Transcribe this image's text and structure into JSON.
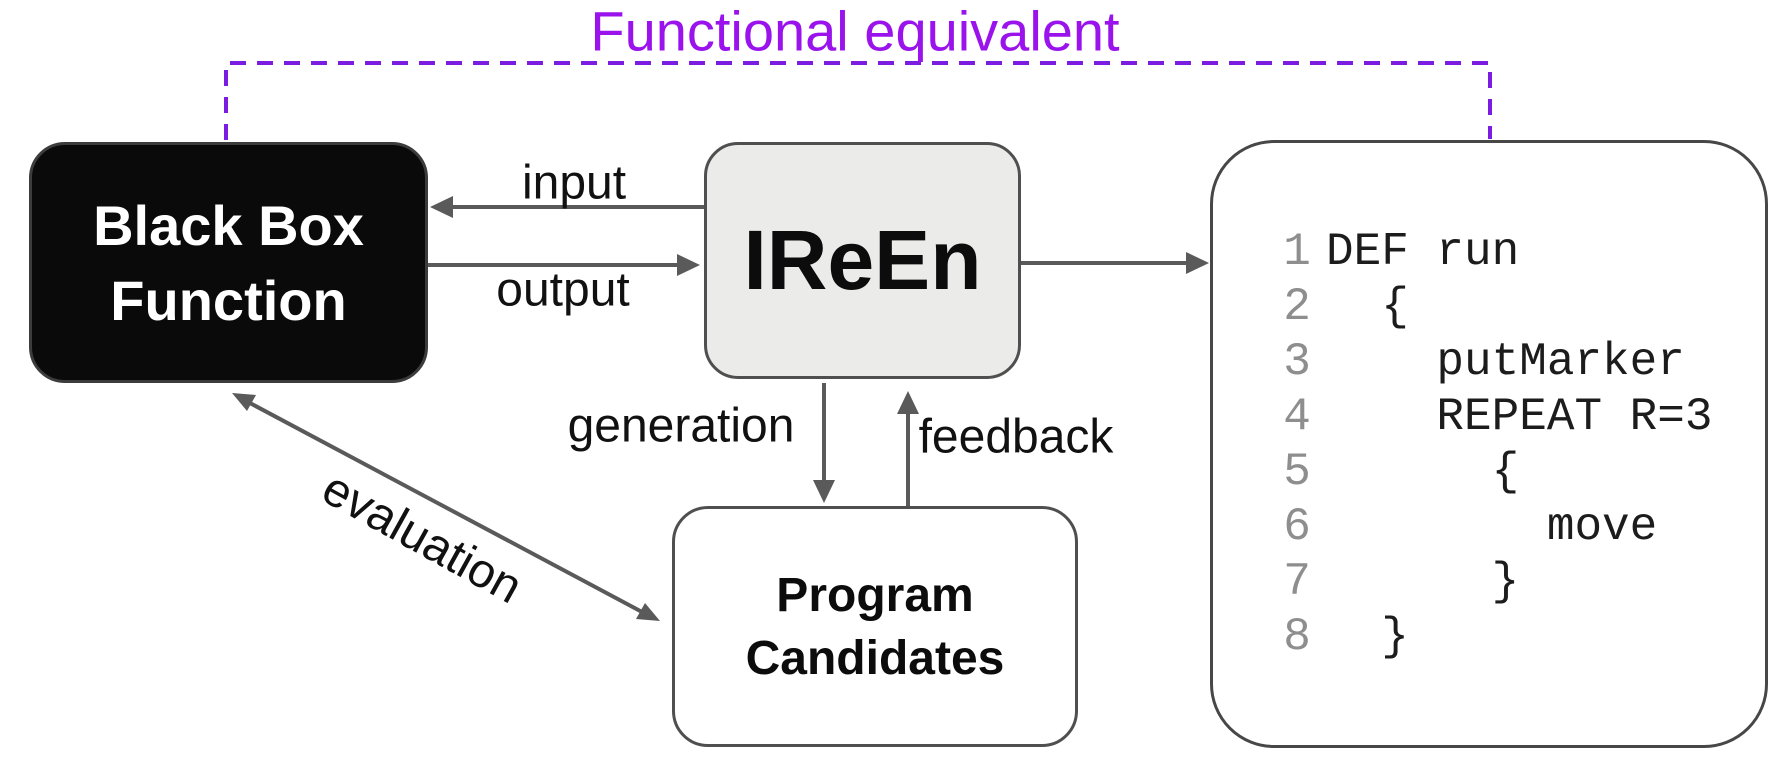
{
  "title": {
    "text": "Functional equivalent"
  },
  "nodes": {
    "black_box": {
      "line1": "Black Box",
      "line2": "Function"
    },
    "ireen": {
      "label": "IReEn"
    },
    "program_candidates": {
      "line1": "Program",
      "line2": "Candidates"
    },
    "code_listing": {
      "lines": [
        {
          "n": "1",
          "t": "DEF run"
        },
        {
          "n": "2",
          "t": "  {"
        },
        {
          "n": "3",
          "t": "    putMarker"
        },
        {
          "n": "4",
          "t": "    REPEAT R=3"
        },
        {
          "n": "5",
          "t": "      {"
        },
        {
          "n": "6",
          "t": "        move"
        },
        {
          "n": "7",
          "t": "      }"
        },
        {
          "n": "8",
          "t": "  }"
        }
      ]
    }
  },
  "edges": {
    "input": {
      "label": "input"
    },
    "output": {
      "label": "output"
    },
    "generation": {
      "label": "generation"
    },
    "feedback": {
      "label": "feedback"
    },
    "evaluation": {
      "label": "evaluation"
    }
  },
  "colors": {
    "purple-text": "#9b13ec",
    "purple-dash": "#7c1ce0",
    "arrow": "#5a5a5a",
    "box-border": "#4f4f4f",
    "code-num": "#8e8e8e",
    "code-text": "#1c1c1c",
    "ireen-fill": "#ebebea",
    "black-fill": "#0a0a0a"
  }
}
